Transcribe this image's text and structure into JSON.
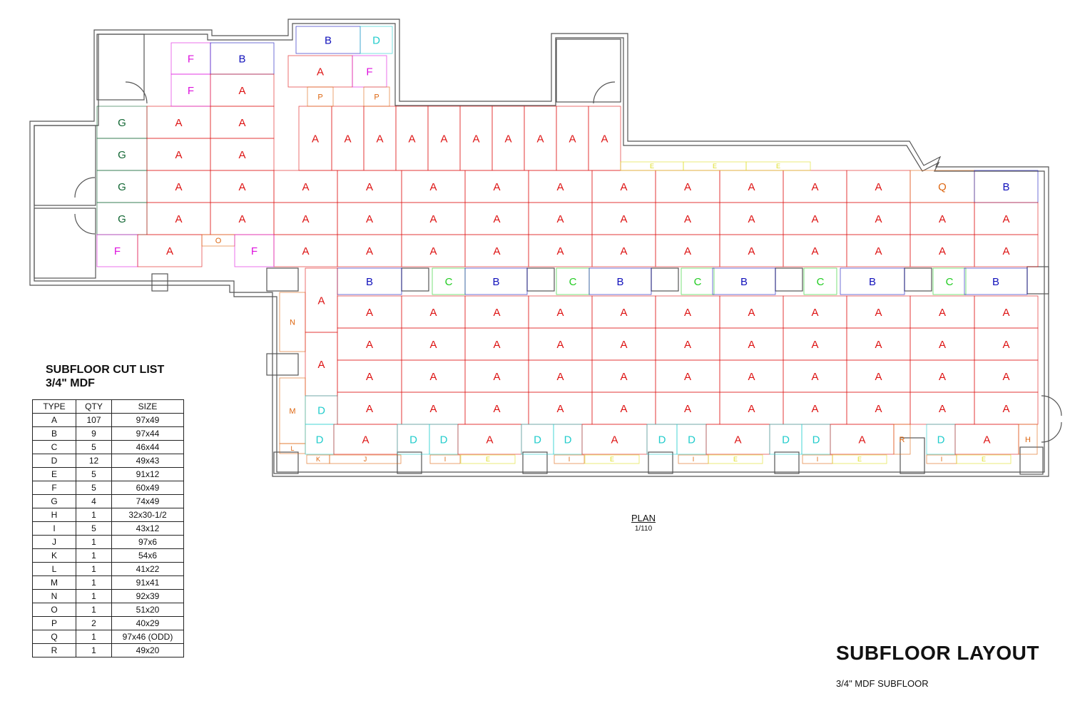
{
  "cut_list": {
    "title": "SUBFLOOR CUT LIST",
    "subtitle": "3/4\" MDF",
    "headers": [
      "TYPE",
      "QTY",
      "SIZE"
    ],
    "rows": [
      [
        "A",
        "107",
        "97x49"
      ],
      [
        "B",
        "9",
        "97x44"
      ],
      [
        "C",
        "5",
        "46x44"
      ],
      [
        "D",
        "12",
        "49x43"
      ],
      [
        "E",
        "5",
        "91x12"
      ],
      [
        "F",
        "5",
        "60x49"
      ],
      [
        "G",
        "4",
        "74x49"
      ],
      [
        "H",
        "1",
        "32x30-1/2"
      ],
      [
        "I",
        "5",
        "43x12"
      ],
      [
        "J",
        "1",
        "97x6"
      ],
      [
        "K",
        "1",
        "54x6"
      ],
      [
        "L",
        "1",
        "41x22"
      ],
      [
        "M",
        "1",
        "91x41"
      ],
      [
        "N",
        "1",
        "92x39"
      ],
      [
        "O",
        "1",
        "51x20"
      ],
      [
        "P",
        "2",
        "40x29"
      ],
      [
        "Q",
        "1",
        "97x46 (ODD)"
      ],
      [
        "R",
        "1",
        "49x20"
      ]
    ]
  },
  "plan": {
    "label": "PLAN",
    "scale": "1/110"
  },
  "sheet": {
    "title": "SUBFLOOR LAYOUT",
    "subtitle": "3/4\" MDF SUBFLOOR"
  },
  "type_colors": {
    "A": "#dd1111",
    "B": "#1111bb",
    "C": "#22cc22",
    "D": "#22cccc",
    "E": "#dddd22",
    "F": "#dd11dd",
    "G": "#116633",
    "H": "#dd6611",
    "I": "#dd6611",
    "J": "#dd6611",
    "K": "#dd6611",
    "L": "#dd6611",
    "M": "#dd6611",
    "N": "#dd6611",
    "O": "#dd6611",
    "P": "#dd6611",
    "Q": "#dd6611",
    "R": "#dd6611"
  }
}
